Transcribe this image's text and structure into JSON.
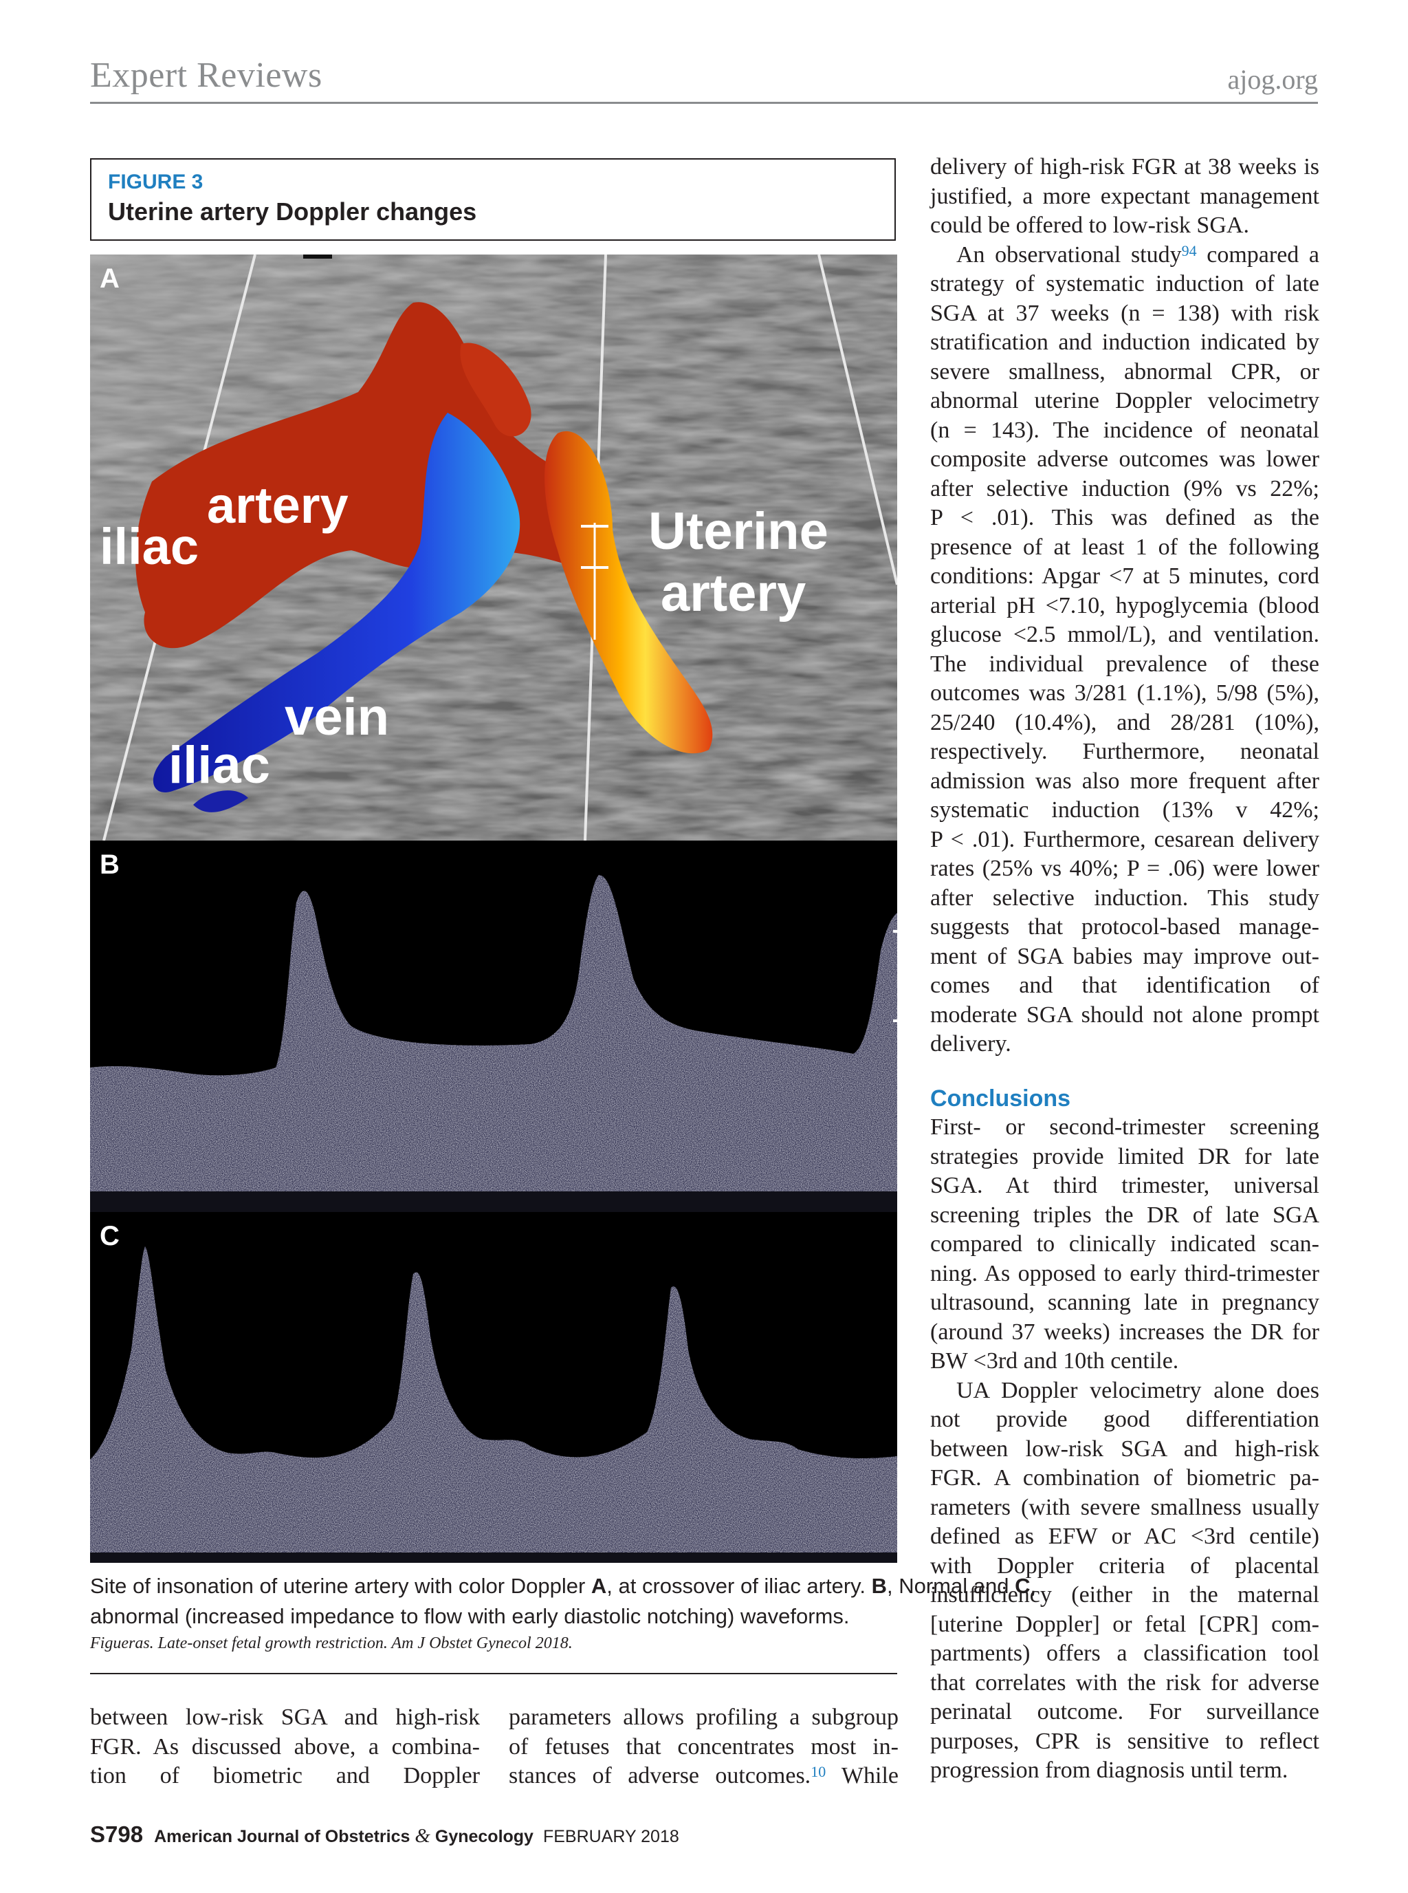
{
  "header": {
    "section": "Expert Reviews",
    "site": "ajog.org"
  },
  "figure": {
    "label": "FIGURE 3",
    "title": "Uterine artery Doppler changes",
    "panels": {
      "a": {
        "letter": "A",
        "labels": {
          "iliac_top": "iliac",
          "artery_left": "artery",
          "uterine": "Uterine",
          "artery_right": "artery",
          "vein": "vein",
          "iliac_bottom": "iliac"
        }
      },
      "b": {
        "letter": "B"
      },
      "c": {
        "letter": "C"
      }
    },
    "caption": {
      "t1": "Site of insonation of uterine artery with color Doppler ",
      "b1": "A",
      "t2": ", at crossover of iliac artery. ",
      "b2": "B",
      "t3": ", Normal and ",
      "b3": "C",
      "t4": ",",
      "line2": "abnormal (increased impedance to flow with early diastolic notching) waveforms."
    },
    "source": "Figueras. Late-onset fetal growth restriction. Am J Obstet Gynecol 2018."
  },
  "right_column": {
    "p1": [
      "delivery of high-risk FGR at 38 weeks is",
      "justified, a more expectant management",
      "could be offered to low-risk SGA."
    ],
    "p2_first_a": "An observational study",
    "p2_ref": "94",
    "p2_first_b": " compared a",
    "p2": [
      "strategy of systematic induction of late",
      "SGA at 37 weeks (n = 138) with risk",
      "stratification and induction indicated by",
      "severe smallness, abnormal CPR, or",
      "abnormal uterine Doppler velocimetry",
      "(n = 143). The incidence of neonatal",
      "composite adverse outcomes was lower",
      "after selective induction (9% vs 22%;",
      "P < .01). This was defined as the",
      "presence of at least 1 of the following",
      "conditions: Apgar <7 at 5 minutes, cord",
      "arterial pH <7.10, hypoglycemia (blood",
      "glucose <2.5 mmol/L), and ventilation.",
      "The individual prevalence of these",
      "outcomes was 3/281 (1.1%), 5/98 (5%),",
      "25/240 (10.4%), and 28/281 (10%),",
      "respectively. Furthermore, neonatal",
      "admission was also more frequent after",
      "systematic induction (13% v 42%;",
      "P < .01). Furthermore, cesarean delivery",
      "rates (25% vs 40%; P = .06) were lower",
      "after selective induction. This study",
      "suggests that protocol-based manage-",
      "ment of SGA babies may improve out-",
      "comes and that identification of",
      "moderate SGA should not alone prompt",
      "delivery."
    ],
    "heading": "Conclusions",
    "p3": [
      "First- or second-trimester screening",
      "strategies provide limited DR for late",
      "SGA. At third trimester, universal",
      "screening triples the DR of late SGA",
      "compared to clinically indicated scan-",
      "ning. As opposed to early third-trimester",
      "ultrasound, scanning late in pregnancy",
      "(around 37 weeks) increases the DR for",
      "BW <3rd and 10th centile."
    ],
    "p4": [
      "UA Doppler velocimetry alone does",
      "not provide good differentiation",
      "between low-risk SGA and high-risk",
      "FGR. A combination of biometric pa-",
      "rameters (with severe smallness usually",
      "defined as EFW or AC <3rd centile)",
      "with Doppler criteria of placental",
      "insufficiency (either in the maternal",
      "[uterine Doppler] or fetal [CPR] com-",
      "partments) offers a classification tool",
      "that correlates with the risk for adverse",
      "perinatal outcome. For surveillance",
      "purposes, CPR is sensitive to reflect",
      "progression from diagnosis until term."
    ]
  },
  "left_column": [
    "between low-risk SGA and high-risk",
    "FGR. As discussed above, a combina-",
    "tion of biometric and Doppler"
  ],
  "mid_column": {
    "lines": [
      "parameters allows profiling a subgroup",
      "of fetuses that concentrates most in-"
    ],
    "last_a": "stances of adverse outcomes.",
    "last_ref": "10",
    "last_b": " While"
  },
  "footer": {
    "page": "S798",
    "journal_a": "American Journal of Obstetrics ",
    "amp": "&",
    "journal_b": " Gynecology",
    "month": "FEBRUARY 2018"
  }
}
